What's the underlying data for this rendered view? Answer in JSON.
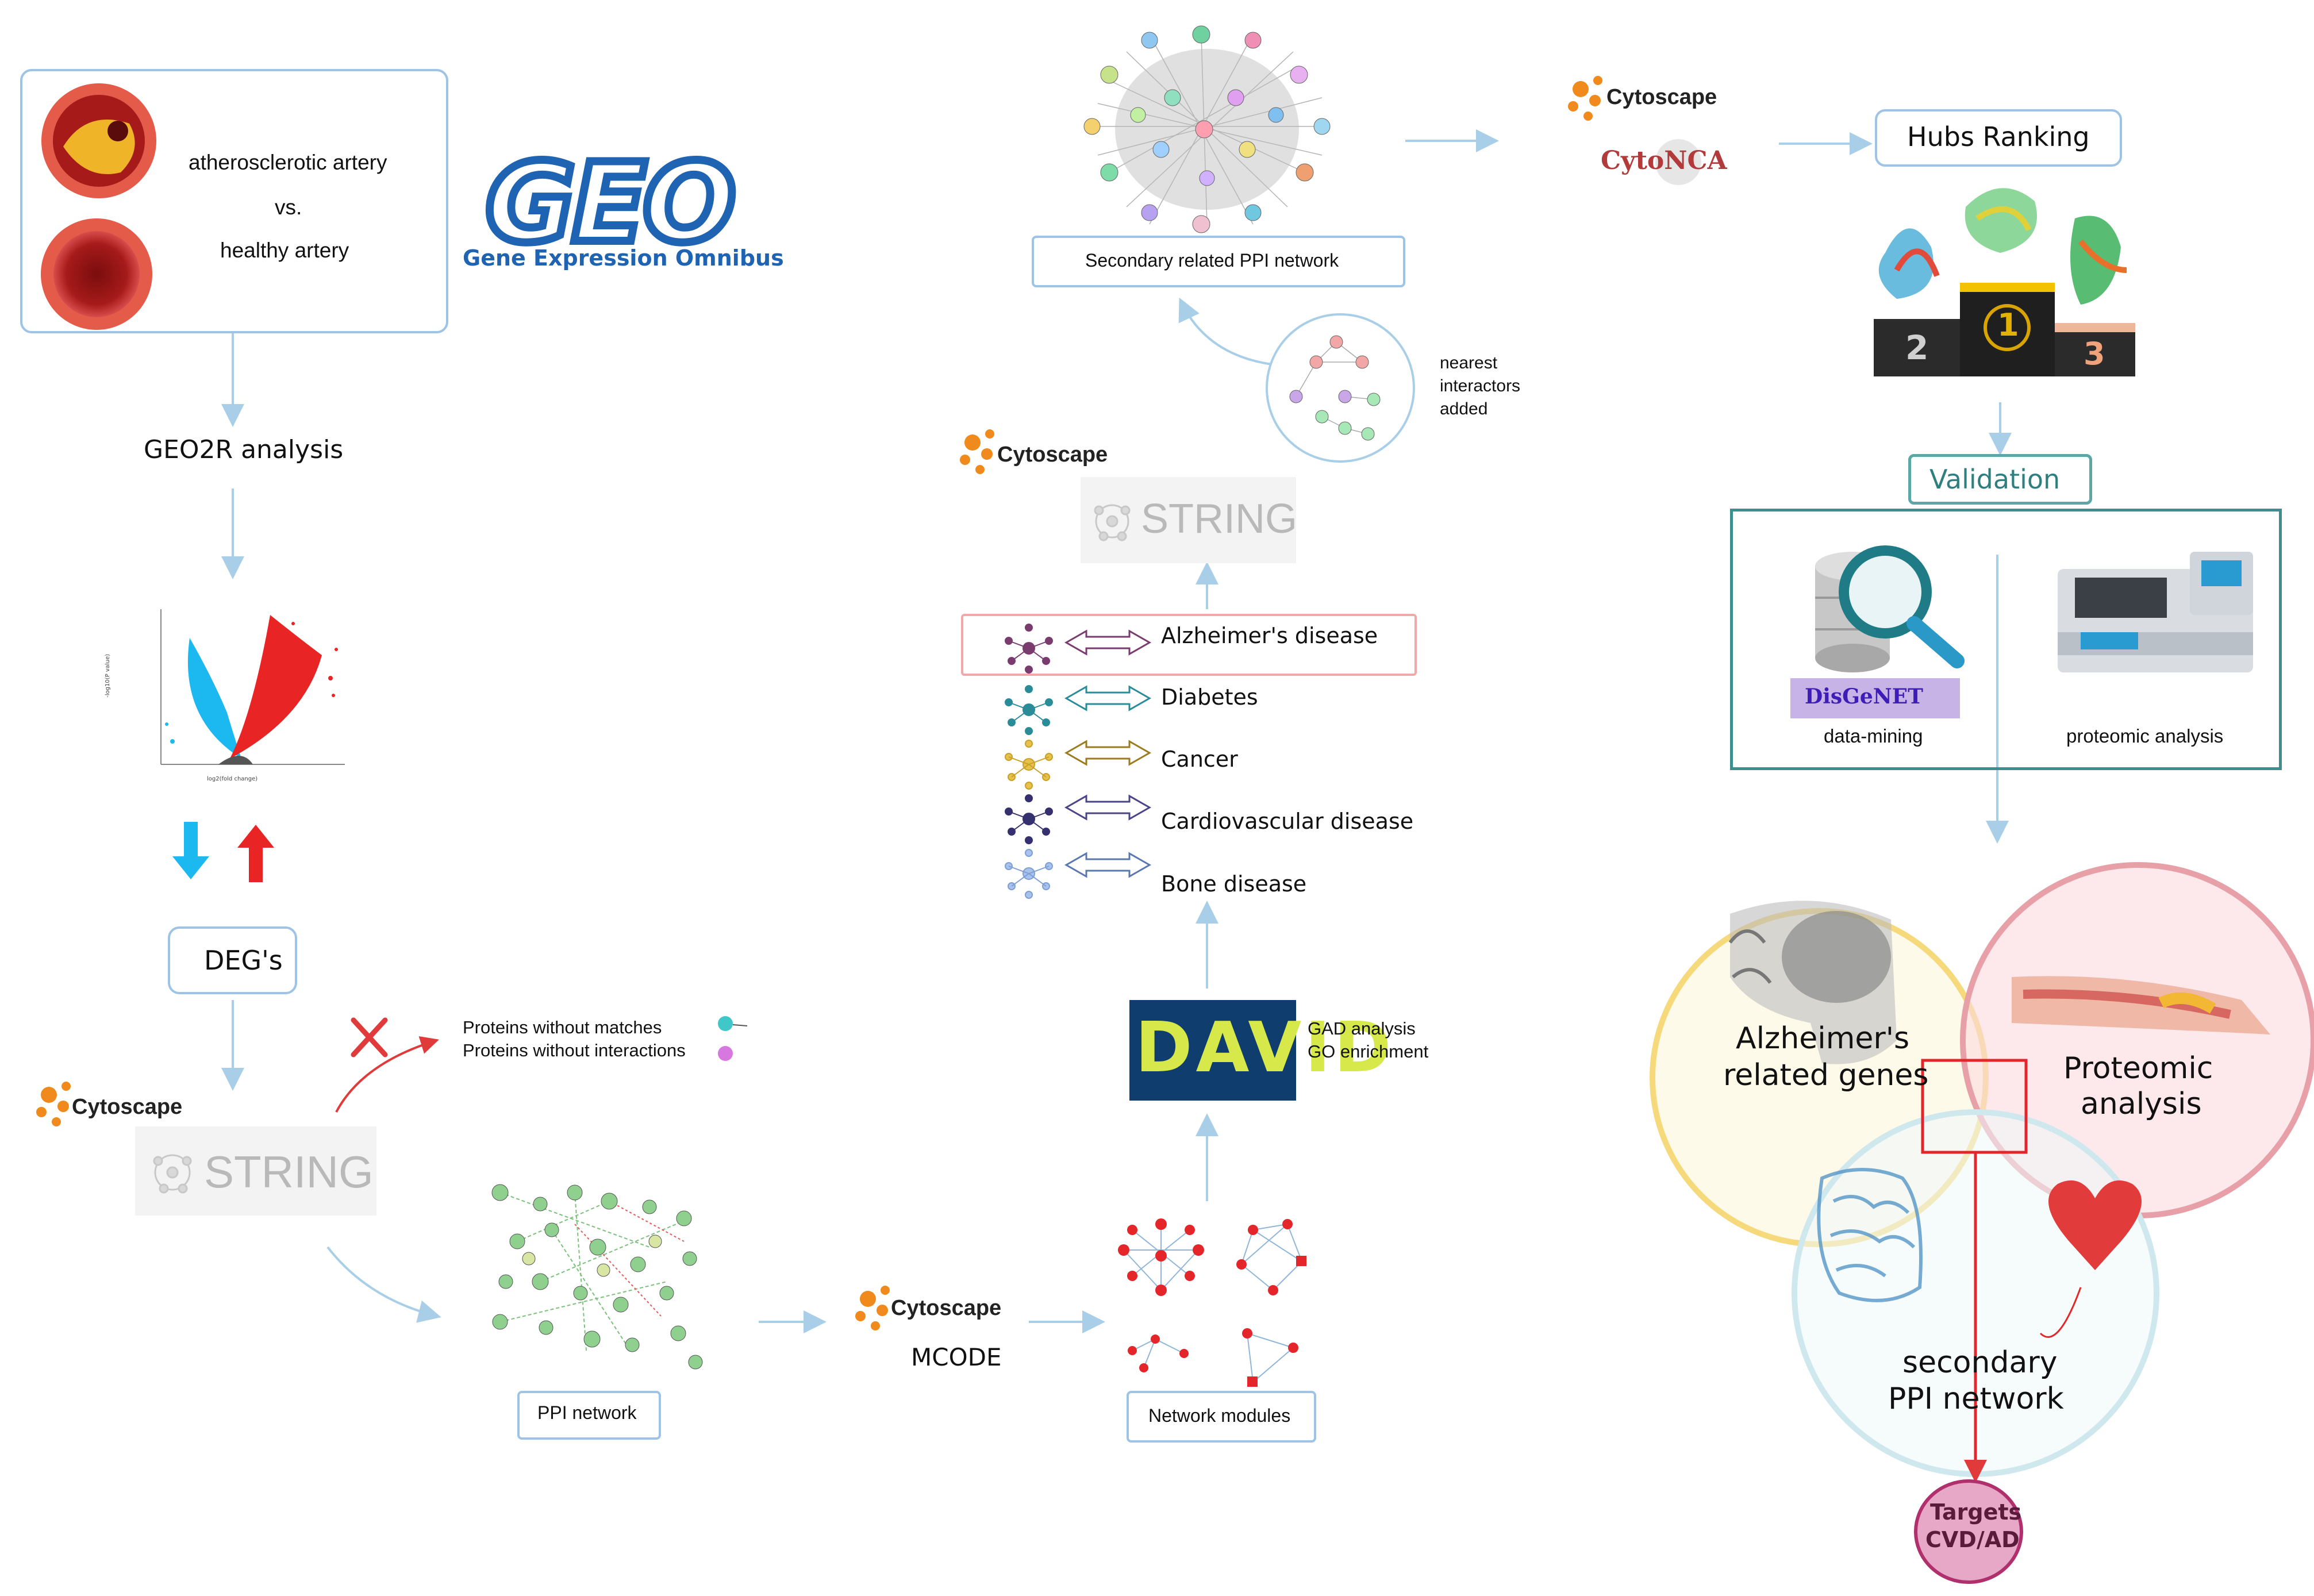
{
  "colors": {
    "arrow": "#a9cfe8",
    "red_arrow": "#e03a3a",
    "box_border": "#9dc3e6",
    "validation_border": "#3d8f8f",
    "geo_blue": "#1f63b3",
    "cytoscape_orange": "#f08a1c",
    "venn_yellow": "#f6d97b",
    "venn_pink": "#e8a0a8",
    "venn_blue": "#b9dbe8",
    "target_fill": "#e7a7c6"
  },
  "icons": [
    "atherosclerotic-artery-icon",
    "healthy-artery-icon",
    "volcano-plot-icon",
    "down-arrow-icon",
    "up-arrow-icon",
    "x-mark-icon",
    "ppi-network-icon",
    "network-modules-icon",
    "podium-icon",
    "database-search-icon",
    "proteomic-analyzer-icon",
    "brain-head-icon",
    "artery-plaque-icon",
    "brain-icon",
    "heart-icon"
  ],
  "geo": {
    "artery_top_label": "atherosclerotic artery",
    "vs_label": "vs.",
    "artery_bottom_label": "healthy artery",
    "logo_text": "GEO",
    "logo_subtitle": "Gene Expression Omnibus",
    "geo2r_label": "GEO2R analysis"
  },
  "deg": {
    "label": "DEG's",
    "volcano_ylabel": "-log10(P value)",
    "volcano_xlabel": "log2(fold change)"
  },
  "string_left": {
    "cytoscape": "Cytoscape",
    "string": "STRING",
    "excluded_1": "Proteins without matches",
    "excluded_2": "Proteins without interactions"
  },
  "ppi": {
    "label": "PPI network",
    "mcode_cytoscape": "Cytoscape",
    "mcode_label": "MCODE",
    "modules_label": "Network modules"
  },
  "david": {
    "logo": "DAVID",
    "gad": "GAD analysis",
    "go": "GO enrichment"
  },
  "diseases": [
    {
      "name": "Alzheimer's disease",
      "color": "#7a3b6e"
    },
    {
      "name": "Diabetes",
      "color": "#2a8c98"
    },
    {
      "name": "Cancer",
      "color": "#c9a02a"
    },
    {
      "name": "Cardiovascular disease",
      "color": "#35306e"
    },
    {
      "name": "Bone disease",
      "color": "#7d9fd6"
    }
  ],
  "string_mid": {
    "cytoscape": "Cytoscape",
    "string": "STRING"
  },
  "secondary": {
    "nearest_1": "nearest",
    "nearest_2": "interactors",
    "nearest_3": "added",
    "label": "Secondary related PPI network"
  },
  "hubs": {
    "cytoscape": "Cytoscape",
    "cytonca": "CytoNCA",
    "label": "Hubs Ranking",
    "podium_1": "1",
    "podium_2": "2",
    "podium_3": "3"
  },
  "validation": {
    "label": "Validation",
    "disgenet": "DisGeNET",
    "data_mining": "data-mining",
    "proteomic": "proteomic analysis"
  },
  "venn": {
    "alz_1": "Alzheimer's",
    "alz_2": "related genes",
    "prot_1": "Proteomic",
    "prot_2": "analysis",
    "sec_1": "secondary",
    "sec_2": "PPI network",
    "target_1": "Targets",
    "target_2": "CVD/AD"
  }
}
